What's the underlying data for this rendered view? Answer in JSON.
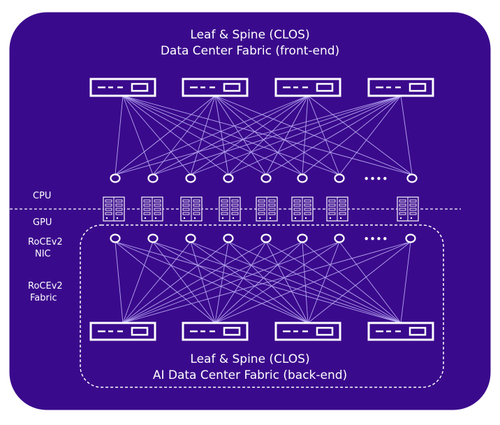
{
  "colors": {
    "background": "#3a0a8c",
    "border": "#ffffff",
    "links": "#b7a8f2",
    "text": "#ffffff"
  },
  "top_title": {
    "line1": "Leaf & Spine  (CLOS)",
    "line2": "Data Center Fabric (front-end)"
  },
  "bottom_title": {
    "line1": "Leaf & Spine  (CLOS)",
    "line2": "AI Data Center Fabric (back-end)"
  },
  "labels": {
    "cpu": "CPU",
    "gpu": "GPU",
    "nic_line1": "RoCEv2",
    "nic_line2": "NIC",
    "fabric_line1": "RoCEv2",
    "fabric_line2": "Fabric"
  },
  "ellipsis": "••••",
  "counts": {
    "top_switches": 4,
    "bottom_switches": 4,
    "cpu_nodes": 8,
    "gpu_nodes": 8,
    "servers": 8
  },
  "icons": [
    "switch-icon",
    "nic-port-icon",
    "server-icon"
  ]
}
